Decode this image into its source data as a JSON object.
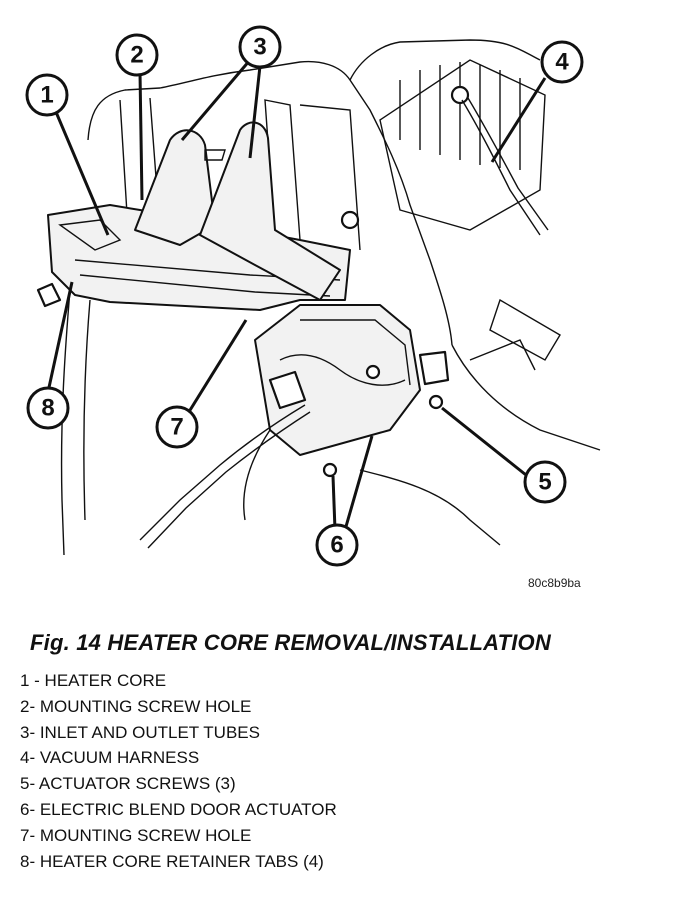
{
  "figure": {
    "reference_code": "80c8b9ba",
    "title": "Fig. 14 HEATER CORE REMOVAL/INSTALLATION"
  },
  "callouts": [
    "1",
    "2",
    "3",
    "4",
    "5",
    "6",
    "7",
    "8"
  ],
  "legend": [
    "1 - HEATER CORE",
    "2- MOUNTING SCREW HOLE",
    "3- INLET AND OUTLET TUBES",
    "4- VACUUM HARNESS",
    "5- ACTUATOR SCREWS (3)",
    "6- ELECTRIC BLEND DOOR ACTUATOR",
    "7- MOUNTING SCREW HOLE",
    "8- HEATER CORE RETAINER TABS (4)"
  ]
}
